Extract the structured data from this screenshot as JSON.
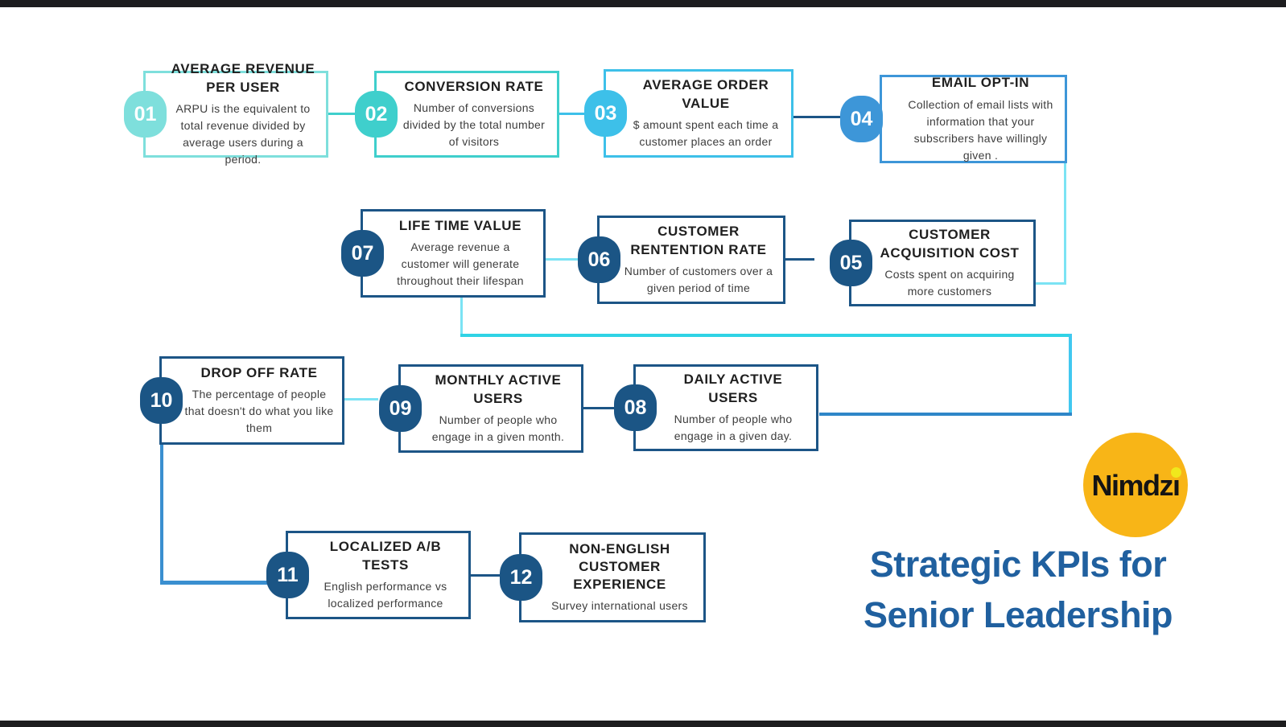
{
  "title": {
    "line1": "Strategic KPIs for",
    "line2": "Senior Leadership",
    "color": "#20609F"
  },
  "logo": {
    "text": "Nimdzi",
    "bg_color": "#F8B517",
    "text_color": "#141414",
    "i_dot_color": "#F0E81C"
  },
  "kpis": [
    {
      "number": "01",
      "title": "AVERAGE REVENUE PER USER",
      "description": "ARPU is the equivalent to total revenue divided by average users during a period.",
      "accent": "#7EDFDC"
    },
    {
      "number": "02",
      "title": "CONVERSION RATE",
      "description": "Number of conversions divided by the total number of visitors",
      "accent": "#3FCFCC"
    },
    {
      "number": "03",
      "title": "AVERAGE ORDER VALUE",
      "description": "$ amount spent each time a customer places an order",
      "accent": "#3DC0E9"
    },
    {
      "number": "04",
      "title": "EMAIL OPT-IN",
      "description": "Collection of email lists with information that your subscribers have willingly given .",
      "accent": "#3D96D8"
    },
    {
      "number": "05",
      "title": "CUSTOMER ACQUISITION COST",
      "description": "Costs spent on acquiring more customers",
      "accent": "#1B5585"
    },
    {
      "number": "06",
      "title": "CUSTOMER RENTENTION RATE",
      "description": "Number of customers over a given period of time",
      "accent": "#1B5585"
    },
    {
      "number": "07",
      "title": "LIFE TIME VALUE",
      "description": "Average revenue a customer will generate throughout their lifespan",
      "accent": "#1B5585"
    },
    {
      "number": "08",
      "title": "DAILY ACTIVE USERS",
      "description": "Number of people who engage in a given day.",
      "accent": "#1B5585"
    },
    {
      "number": "09",
      "title": "MONTHLY ACTIVE USERS",
      "description": "Number of people who engage in a given month.",
      "accent": "#1B5585"
    },
    {
      "number": "10",
      "title": "DROP OFF RATE",
      "description": "The percentage of people that doesn't do what you like them",
      "accent": "#1B5585"
    },
    {
      "number": "11",
      "title": "LOCALIZED A/B TESTS",
      "description": "English performance vs localized performance",
      "accent": "#1B5585"
    },
    {
      "number": "12",
      "title": "NON-ENGLISH CUSTOMER EXPERIENCE",
      "description": "Survey international users",
      "accent": "#1B5585"
    }
  ],
  "palette": {
    "teal_light": "#7EDFDC",
    "teal": "#3FCFCC",
    "cyan": "#3DC0E9",
    "blue": "#3D96D8",
    "navy": "#1B5585",
    "connector_light_cyan": "#7BE3F4",
    "connector_turquoise": "#2FD3E5",
    "connector_blue": "#2E86C8",
    "top_bottom_bar": "#1d1d1f"
  }
}
